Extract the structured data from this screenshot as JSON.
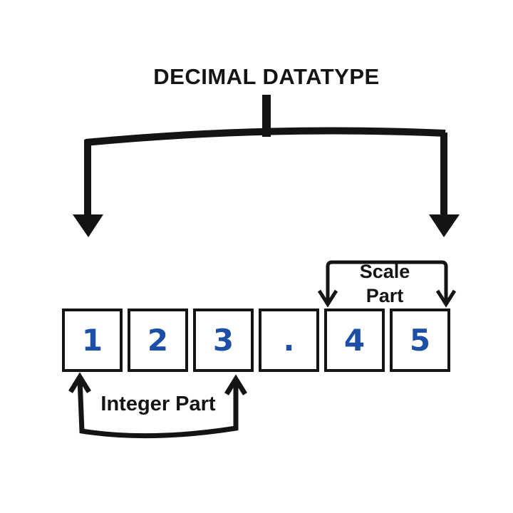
{
  "title": "DECIMAL DATATYPE",
  "labels": {
    "scale_line1": "Scale",
    "scale_line2": "Part",
    "integer": "Integer Part"
  },
  "boxes": {
    "cells": [
      "1",
      "2",
      "3",
      ".",
      "4",
      "5"
    ]
  },
  "icons": {
    "left_branch": "down-arrow-icon",
    "right_branch": "down-arrow-icon",
    "scale_pointers": "down-chevron-arrow-icon",
    "integer_pointers": "up-chevron-arrow-icon"
  },
  "colors": {
    "line": "#141414",
    "digit": "#1e4fa6",
    "background": "#ffffff"
  }
}
